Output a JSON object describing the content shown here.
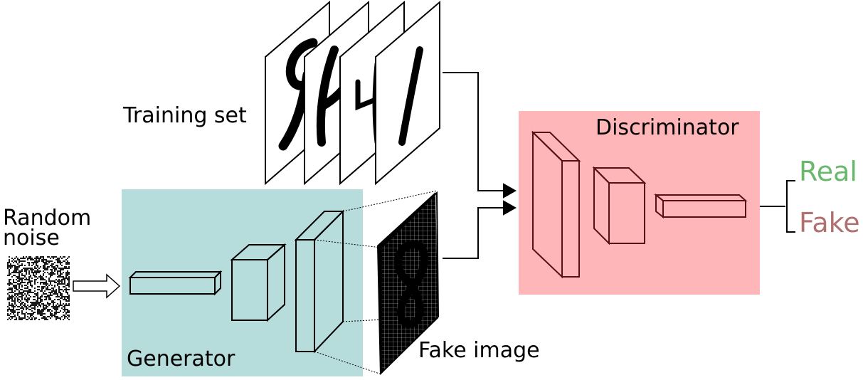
{
  "labels": {
    "training_set": "Training set",
    "random_noise_line1": "Random",
    "random_noise_line2": "noise",
    "generator": "Generator",
    "fake_image": "Fake image",
    "discriminator": "Discriminator",
    "real": "Real",
    "fake": "Fake"
  },
  "colors": {
    "generator_box": "#b7dcdc",
    "discriminator_box": "#ffb6b8",
    "discriminator_stroke": "#5a0f14",
    "real_text": "#6ab76e",
    "fake_text": "#b07070",
    "stroke": "#000000"
  },
  "icons": {
    "training_digits": [
      "digit-9",
      "digit-4-a",
      "digit-4-b",
      "digit-1"
    ],
    "fake_digit": "digit-8",
    "noise": "random-noise-texture",
    "input_arrow": "hollow-right-arrow"
  }
}
